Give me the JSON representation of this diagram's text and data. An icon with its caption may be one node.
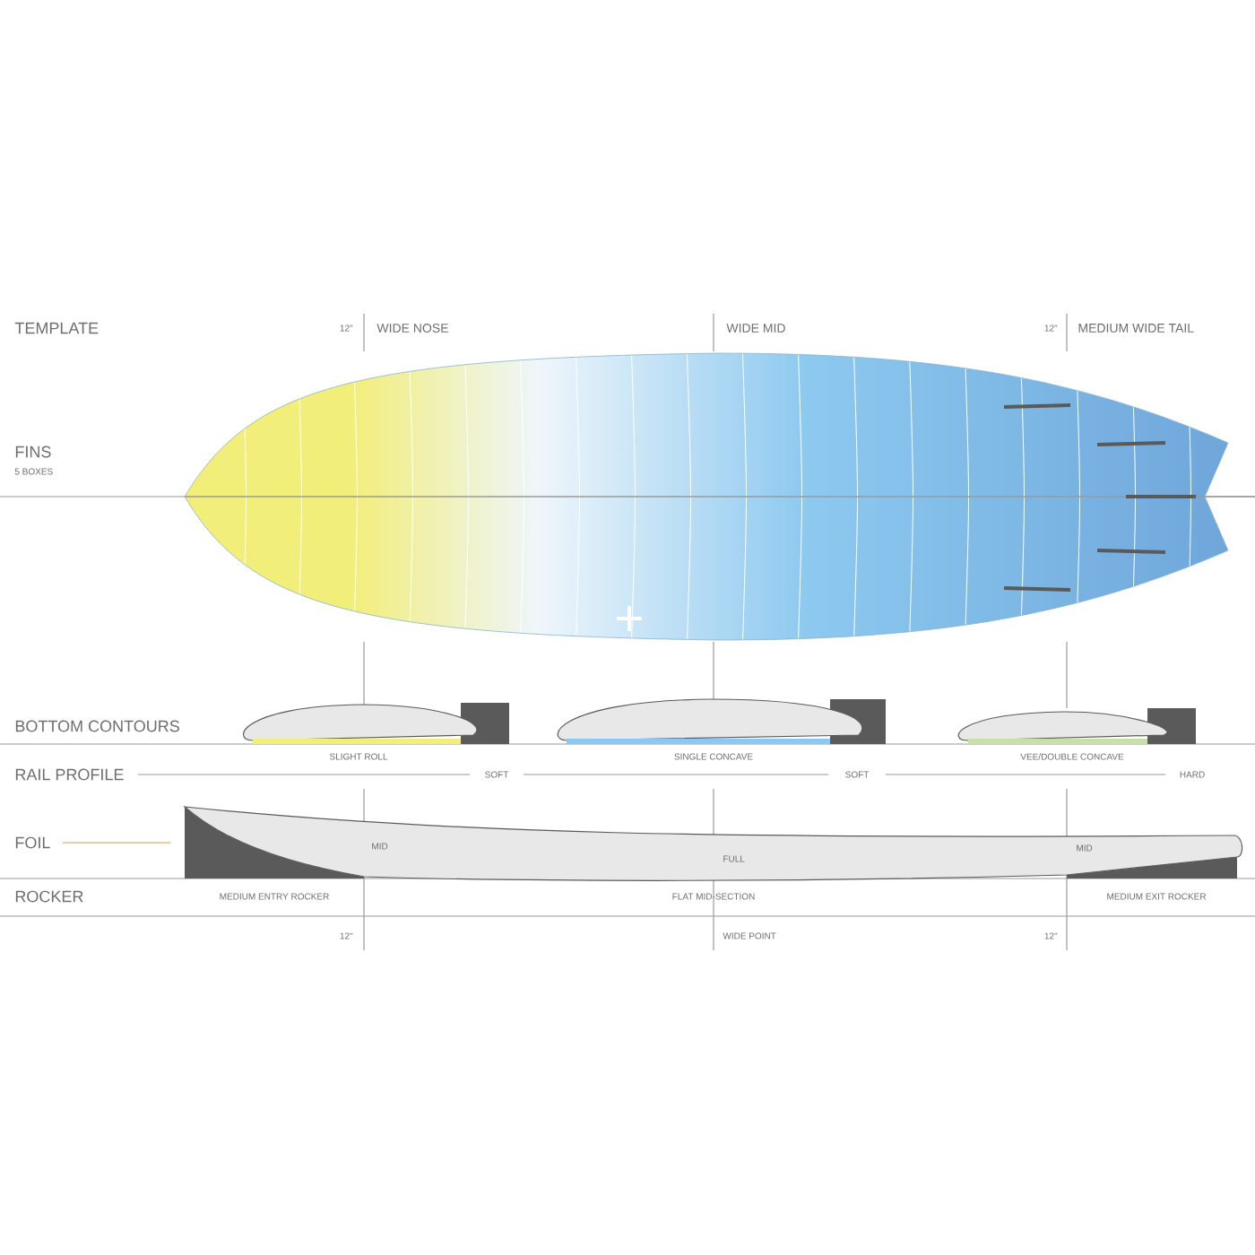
{
  "diagram": {
    "labels": [
      "TEMPLATE",
      "12\"",
      "WIDE NOSE",
      "WIDE MID",
      "12\"",
      "MEDIUM WIDE TAIL",
      "FINS",
      "5 BOXES",
      "BOTTOM CONTOURS",
      "RAIL PROFILE",
      "SLIGHT ROLL",
      "SOFT",
      "SINGLE CONCAVE",
      "SOFT",
      "VEE/DOUBLE CONCAVE",
      "HARD",
      "FOIL",
      "MID",
      "FULL",
      "MID",
      "ROCKER",
      "MEDIUM ENTRY ROCKER",
      "FLAT MID-SECTION",
      "MEDIUM EXIT ROCKER",
      "12\"",
      "WIDE POINT",
      "12\""
    ]
  }
}
